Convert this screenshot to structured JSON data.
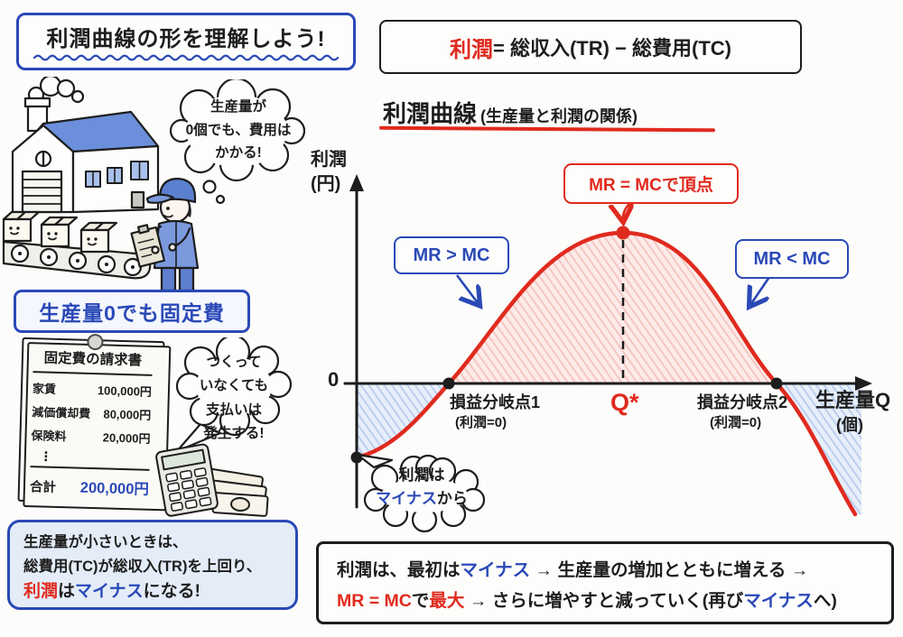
{
  "colors": {
    "pen_blue": "#2a49b7",
    "pen_red": "#e02a1e",
    "ink": "#1d1d1d",
    "roof_blue": "#6b8fda",
    "pink_area": "#fbe7e5",
    "blue_area": "#dde8f8",
    "note_bg": "#e4ecf8"
  },
  "title": "利潤曲線の形を理解しよう!",
  "formula": {
    "profit": "利潤",
    "rest": " = 総収入(TR) − 総費用(TC)"
  },
  "chart": {
    "heading": "利潤曲線",
    "heading_sub": "(生産量と利潤の関係)",
    "y_label": "利潤",
    "y_unit": "(円)",
    "zero": "0",
    "x_label": "生産量Q",
    "x_unit": "(個)",
    "mr_gt": "MR > MC",
    "mr_eq": "MR = MCで頂点",
    "mr_lt": "MR < MC",
    "bep1": "損益分岐点1",
    "bep1_sub": "(利潤=0)",
    "bep2": "損益分岐点2",
    "bep2_sub": "(利潤=0)",
    "q_star": "Q*",
    "start_bubble": {
      "line1": "利潤は",
      "minus": "マイナス",
      "suffix": "から"
    }
  },
  "chart_data": {
    "type": "line",
    "title": "利潤曲線(生産量と利潤の関係)",
    "xlabel": "生産量Q(個)",
    "ylabel": "利潤(円)",
    "grid": false,
    "x_axis_points": [
      "0",
      "損益分岐点1",
      "Q*",
      "損益分岐点2"
    ],
    "series": [
      {
        "name": "利潤",
        "shape": "逆U字(山型)",
        "key_points": [
          {
            "x": "生産量0",
            "y": "マイナス(固定費分の損失)"
          },
          {
            "x": "損益分岐点1",
            "y": 0
          },
          {
            "x": "Q*",
            "y": "最大(MR=MCで頂点)"
          },
          {
            "x": "損益分岐点2",
            "y": 0
          },
          {
            "x": "損益分岐点2より右",
            "y": "マイナス"
          }
        ]
      }
    ],
    "annotations": [
      "MR > MC",
      "MR = MCで頂点",
      "MR < MC",
      "利潤はマイナスから"
    ]
  },
  "factory_bubble": {
    "line1": "生産量が",
    "line2": "0個でも、費用は",
    "line3": "かかる!"
  },
  "fixed_label": "生産量0でも固定費",
  "invoice": {
    "title": "固定費の請求書",
    "rows": [
      {
        "name": "家賃",
        "value": "100,000円"
      },
      {
        "name": "減価償却費",
        "value": "80,000円"
      },
      {
        "name": "保険料",
        "value": "20,000円"
      }
    ],
    "ellipsis": "⋮",
    "total_label": "合計",
    "total_value": "200,000円"
  },
  "pay_bubble": {
    "line1": "つくって",
    "line2": "いなくても",
    "line3": "支払いは",
    "line4": "発生する!"
  },
  "note": {
    "line1": "生産量が小さいときは、",
    "line2": "総費用(TC)が総収入(TR)を上回り、",
    "line3_profit": "利潤",
    "line3_a": "は",
    "line3_minus": "マイナス",
    "line3_b": "になる!"
  },
  "summary": {
    "l1_a": "利潤は、最初は",
    "l1_minus": "マイナス",
    "l1_b": " → 生産量の増加とともに増える →",
    "l2_mr": "MR = MC",
    "l2_a": "で",
    "l2_max": "最大",
    "l2_b": " → さらに増やすと減っていく(再び",
    "l2_minus": "マイナス",
    "l2_c": "へ)"
  }
}
